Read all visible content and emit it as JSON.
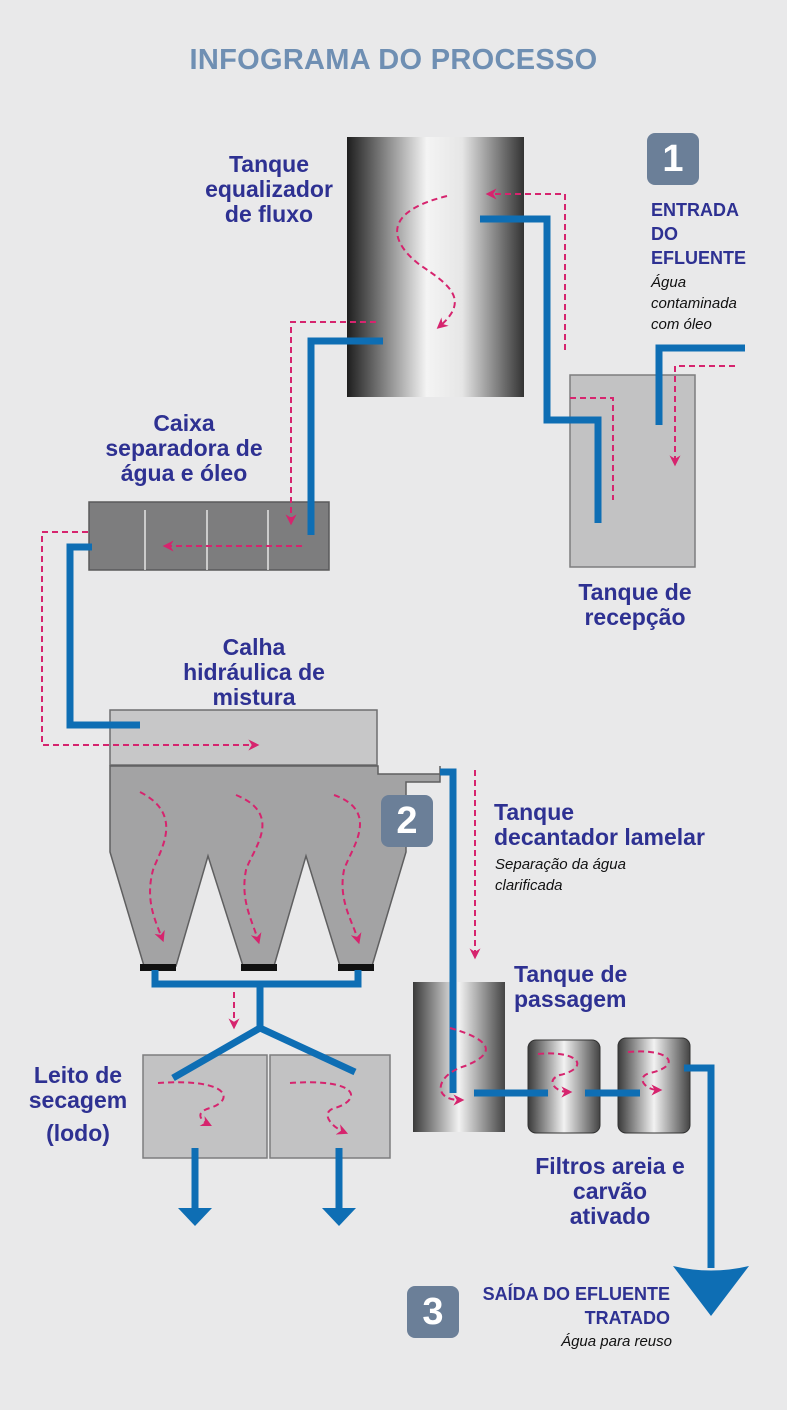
{
  "title": "INFOGRAMA DO PROCESSO",
  "steps": [
    {
      "number": "1",
      "title_lines": [
        "ENTRADA",
        "DO",
        "EFLUENTE"
      ],
      "subtitle_lines": [
        "Água",
        "contaminada",
        "com óleo"
      ]
    },
    {
      "number": "2",
      "title_lines": [
        "Tanque",
        "decantador lamelar"
      ],
      "subtitle_lines": [
        "Separação da água",
        "clarificada"
      ]
    },
    {
      "number": "3",
      "title_lines": [
        "SAÍDA DO EFLUENTE",
        "TRATADO"
      ],
      "subtitle_lines": [
        "Água para reuso"
      ]
    }
  ],
  "labels": {
    "equalizer": [
      "Tanque",
      "equalizador",
      "de fluxo"
    ],
    "reception": [
      "Tanque de",
      "recepção"
    ],
    "separator": [
      "Caixa",
      "separadora de",
      "água e óleo"
    ],
    "channel": [
      "Calha",
      "hidráulica de",
      "mistura"
    ],
    "passage": [
      "Tanque de",
      "passagem"
    ],
    "filters": [
      "Filtros areia e",
      "carvão",
      "ativado"
    ],
    "drying": [
      "Leito de",
      "secagem",
      "(lodo)"
    ]
  },
  "colors": {
    "background": "#e9e9ea",
    "title": "#6f8fb3",
    "label": "#2e3192",
    "badge": "#6b7f98",
    "pipe": "#0e6eb4",
    "flow_arrow": "#d6246e",
    "tank_gray": "#b9b9ba",
    "tank_dark": "#9a9a9b"
  }
}
